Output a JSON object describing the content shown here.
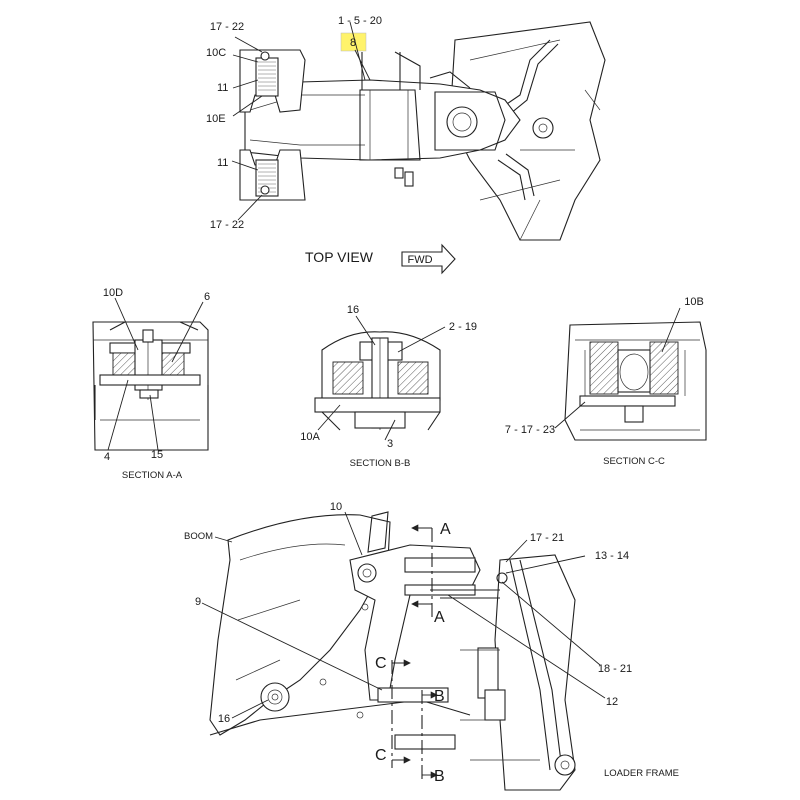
{
  "top_view": {
    "title": "TOP VIEW",
    "fwd_label": "FWD",
    "highlight_color": "#fff36b",
    "labels": {
      "l_17_22_top": "17 - 22",
      "l_1_5_20": "1 - 5 - 20",
      "l_8": "8",
      "l_10c": "10C",
      "l_11_top": "11",
      "l_10e": "10E",
      "l_11_bottom": "11",
      "l_17_22_bottom": "17 - 22"
    }
  },
  "section_aa": {
    "title": "SECTION A-A",
    "labels": {
      "l_10d": "10D",
      "l_6": "6",
      "l_4": "4",
      "l_15": "15"
    }
  },
  "section_bb": {
    "title": "SECTION B-B",
    "labels": {
      "l_16": "16",
      "l_2_19": "2 - 19",
      "l_10a": "10A",
      "l_3": "3"
    }
  },
  "section_cc": {
    "title": "SECTION C-C",
    "labels": {
      "l_10b": "10B",
      "l_7_17_23": "7 - 17 - 23"
    }
  },
  "side_view": {
    "labels": {
      "boom": "BOOM",
      "l_10": "10",
      "l_17_21": "17 - 21",
      "l_13_14": "13 - 14",
      "l_9": "9",
      "l_18_21": "18 - 21",
      "l_12": "12",
      "l_16": "16",
      "loader_frame": "LOADER FRAME"
    },
    "cuts": {
      "a_top": "A",
      "a_bottom": "A",
      "b_top": "B",
      "b_bottom": "B",
      "c_top": "C",
      "c_bottom": "C"
    }
  }
}
